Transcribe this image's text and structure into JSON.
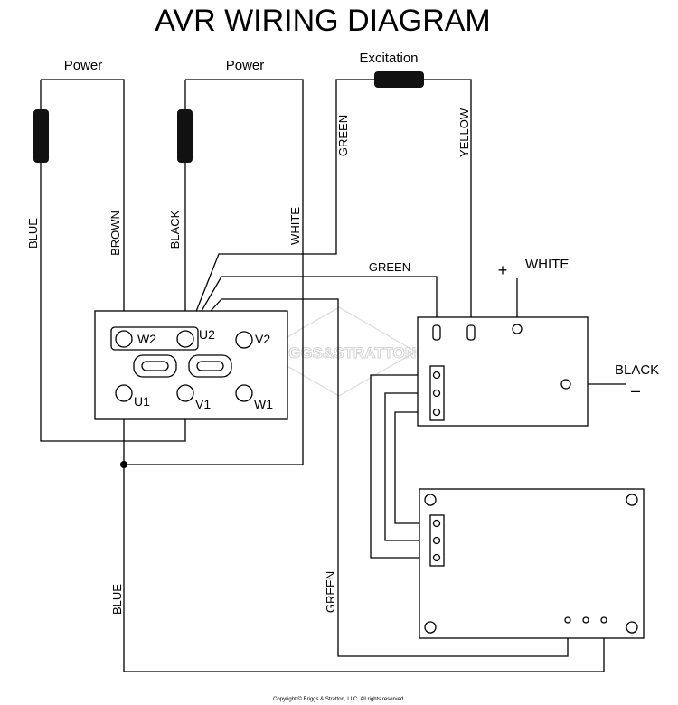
{
  "title": "AVR  WIRING DIAGRAM",
  "labels": {
    "power_left": "Power",
    "power_right": "Power",
    "excitation": "Excitation",
    "plus": "+",
    "minus": "–",
    "white_terminal": "WHITE",
    "black_terminal": "BLACK"
  },
  "wires": {
    "blue_top": "BLUE",
    "brown": "BROWN",
    "black": "BLACK",
    "white": "WHITE",
    "green_top": "GREEN",
    "yellow": "YELLOW",
    "green_mid": "GREEN",
    "blue_bottom": "BLUE",
    "green_bottom": "GREEN"
  },
  "terminals": {
    "w2": "W2",
    "u2": "U2",
    "v2": "V2",
    "u1": "U1",
    "v1": "V1",
    "w1": "W1"
  },
  "watermark": "BRIGGS&STRATTON",
  "copyright": "Copyright © Briggs & Stratton, LLC. All rights reserved."
}
